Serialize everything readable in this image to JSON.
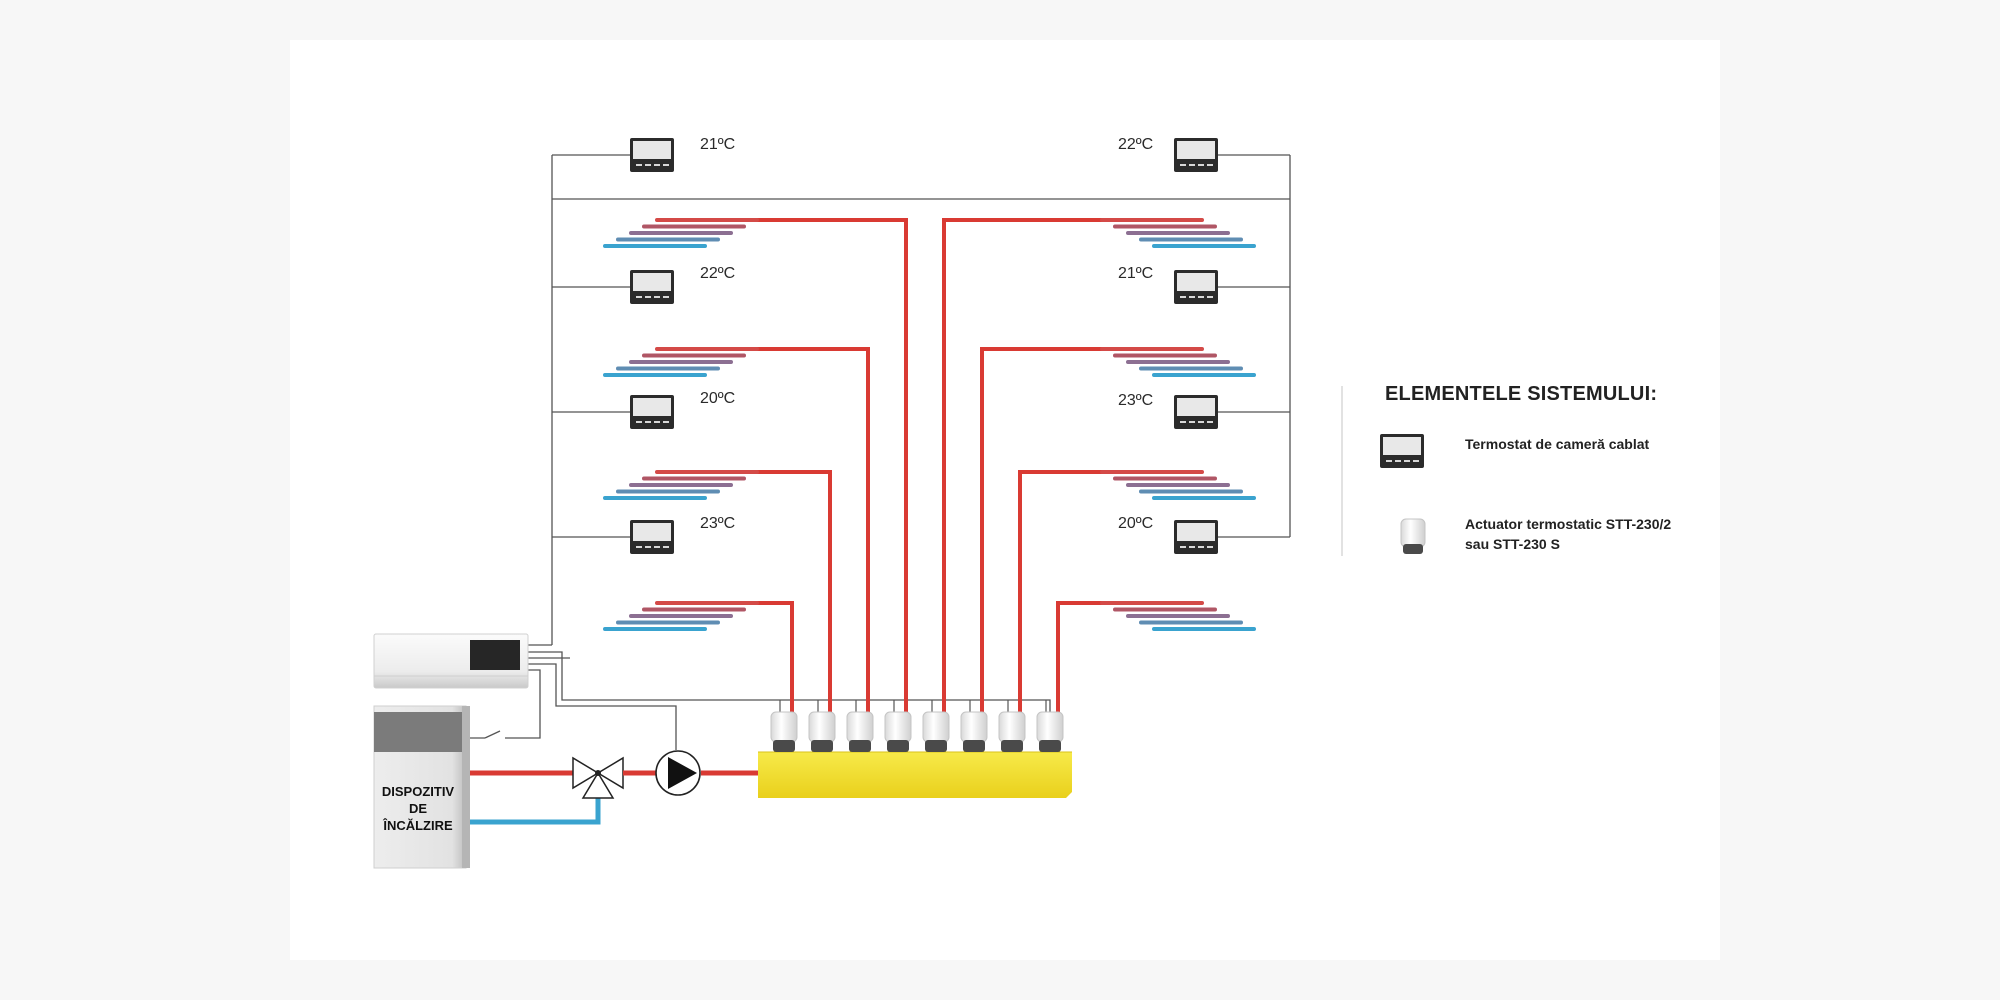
{
  "diagram": {
    "left_zones": [
      {
        "temperature": "21ºC"
      },
      {
        "temperature": "22ºC"
      },
      {
        "temperature": "20ºC"
      },
      {
        "temperature": "23ºC"
      }
    ],
    "right_zones": [
      {
        "temperature": "22ºC"
      },
      {
        "temperature": "21ºC"
      },
      {
        "temperature": "23ºC"
      },
      {
        "temperature": "20ºC"
      }
    ],
    "heater_label_lines": [
      "DISPOZITIV",
      "DE",
      "ÎNCĂLZIRE"
    ],
    "actuator_count": 8,
    "colors": {
      "supply_pipe": "#d93a33",
      "return_pipe": "#3aa3cf",
      "manifold": "#f4e12a",
      "wire": "#555555"
    }
  },
  "legend": {
    "title": "ELEMENTELE SISTEMULUI:",
    "items": [
      {
        "icon": "room-thermostat-icon",
        "label": "Termostat de cameră cablat"
      },
      {
        "icon": "thermostatic-actuator-icon",
        "label": "Actuator termostatic STT-230/2 sau STT-230 S"
      }
    ]
  }
}
